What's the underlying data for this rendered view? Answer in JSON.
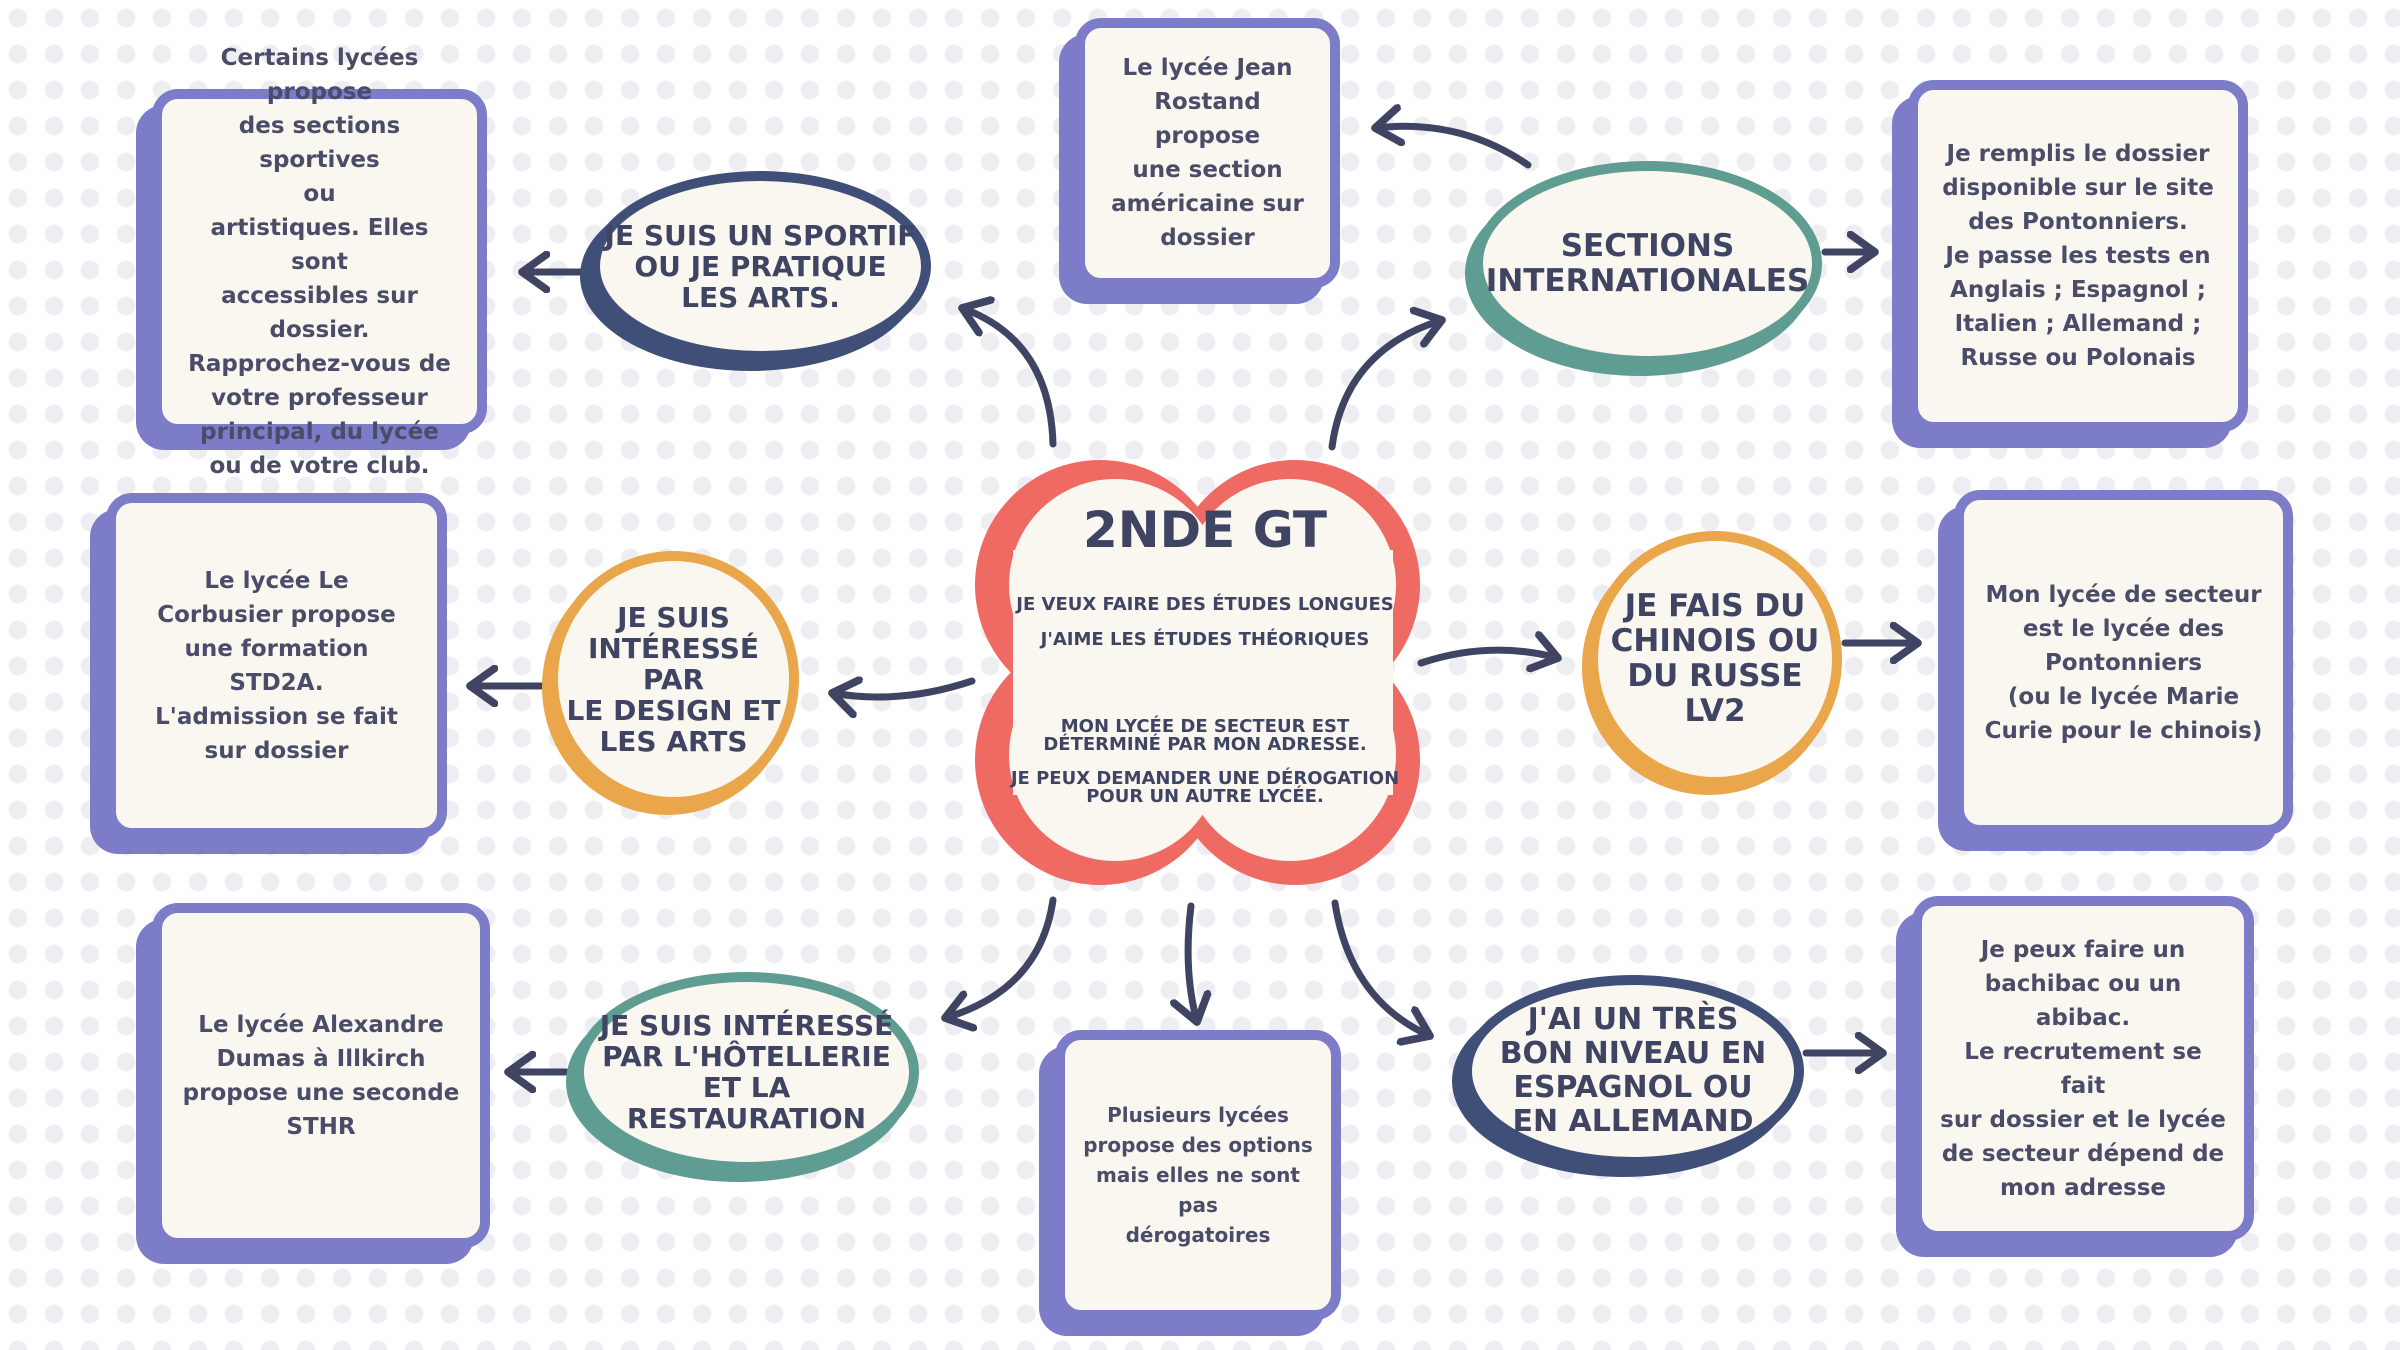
{
  "center": {
    "title": "2NDE GT",
    "line1": "JE VEUX FAIRE DES ÉTUDES LONGUES",
    "line2": "J'AIME LES ÉTUDES THÉORIQUES",
    "line3": "MON LYCÉE DE SECTEUR EST\nDÉTERMINÉ PAR MON ADRESSE.",
    "line4": "JE PEUX DEMANDER UNE DÉROGATION\nPOUR UN AUTRE LYCÉE."
  },
  "branches": {
    "sport": {
      "label": "JE SUIS UN SPORTIF\nOU JE PRATIQUE\nLES ARTS.",
      "info": "Certains lycées propose\ndes sections sportives\nou\nartistiques. Elles sont\naccessibles sur dossier.\nRapprochez-vous de\nvotre professeur\nprincipal, du lycée\nou de votre club."
    },
    "sections": {
      "label": "SECTIONS\nINTERNATIONALES",
      "info_left": "Le lycée Jean\nRostand propose\nune section\naméricaine sur\ndossier",
      "info_right": "Je remplis le dossier\ndisponible sur le site\ndes Pontonniers.\nJe passe les tests en\nAnglais ; Espagnol ;\nItalien ; Allemand ;\nRusse ou Polonais"
    },
    "design": {
      "label": "JE SUIS\nINTÉRESSÉ PAR\nLE DESIGN ET\nLES ARTS",
      "info": "Le lycée Le\nCorbusier propose\nune formation\nSTD2A.\nL'admission se fait\nsur dossier"
    },
    "chinois": {
      "label": "JE FAIS DU\nCHINOIS OU\nDU RUSSE\nLV2",
      "info": "Mon lycée de secteur\nest le lycée des\nPontonniers\n(ou le lycée Marie\nCurie pour le chinois)"
    },
    "hotellerie": {
      "label": "JE SUIS INTÉRESSÉ\nPAR L'HÔTELLERIE\nET LA\nRESTAURATION",
      "info": "Le lycée Alexandre\nDumas à Illkirch\npropose une seconde\nSTHR"
    },
    "options": {
      "info": "Plusieurs lycées\npropose des options\nmais elles ne sont pas\ndérogatoires"
    },
    "espagnol": {
      "label": "J'AI UN TRÈS\nBON NIVEAU EN\nESPAGNOL OU\nEN ALLEMAND",
      "info": "Je peux faire un\nbachibac ou un abibac.\nLe recrutement se fait\nsur dossier et le lycée\nde secteur dépend de\nmon adresse"
    }
  },
  "colors": {
    "purple": "#7c7cc9",
    "navy": "#3f4f78",
    "teal": "#5f9d93",
    "orange": "#e9a64a",
    "coral": "#ef6a62",
    "cream": "#faf7f0"
  }
}
